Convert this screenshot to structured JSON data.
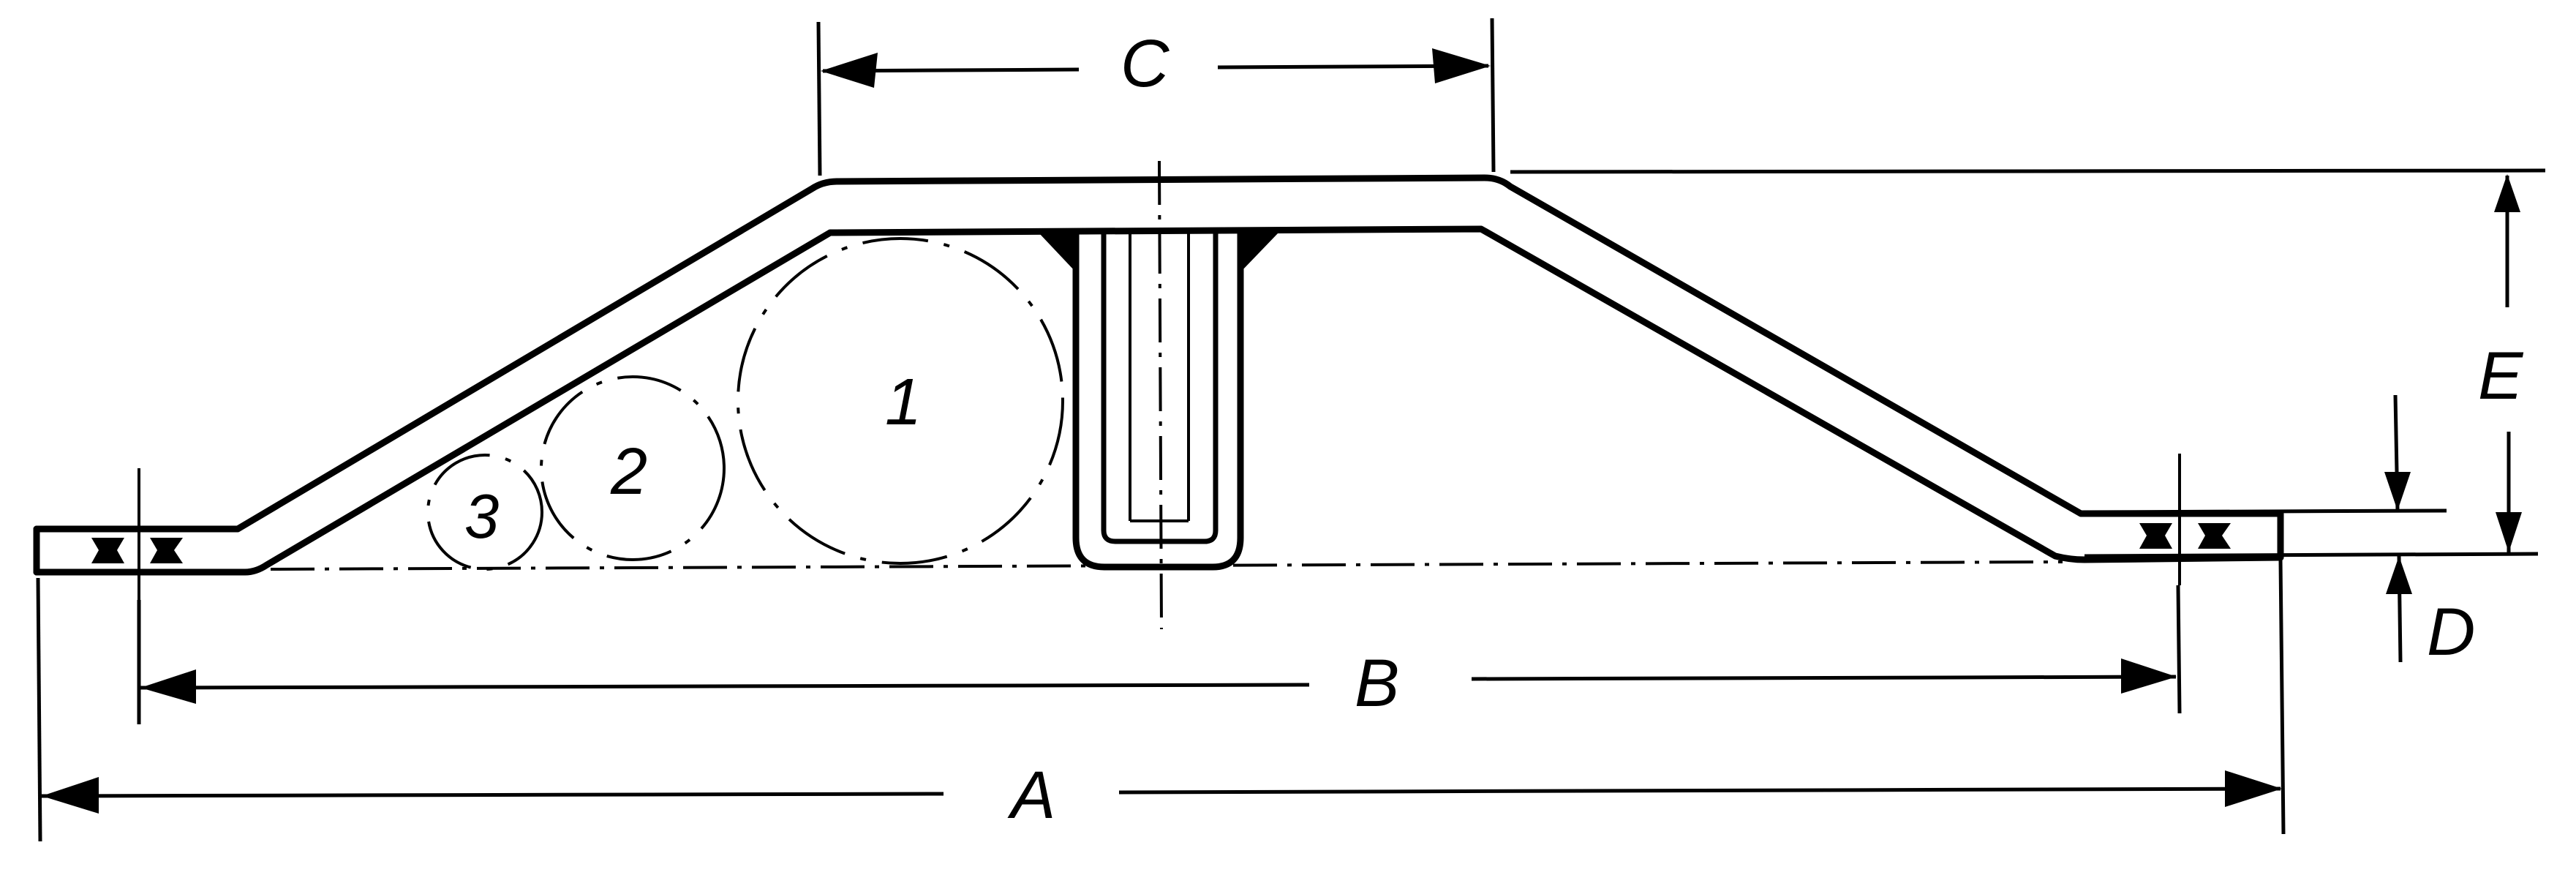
{
  "diagram": {
    "description": "Cross-section of a trapezoidal cover/duct plate bolted to a base, housing three cylindrical cables and a U-shaped channel",
    "colors": {
      "line": "#000000",
      "background": "#ffffff"
    },
    "dimensions": {
      "A": {
        "label": "A",
        "meaning": "overall width"
      },
      "B": {
        "label": "B",
        "meaning": "bolt hole center distance"
      },
      "C": {
        "label": "C",
        "meaning": "top flat width"
      },
      "D": {
        "label": "D",
        "meaning": "flange thickness"
      },
      "E": {
        "label": "E",
        "meaning": "overall height"
      }
    },
    "items": [
      {
        "label": "1",
        "meaning": "large cable / pipe"
      },
      {
        "label": "2",
        "meaning": "medium cable / pipe"
      },
      {
        "label": "3",
        "meaning": "small cable / pipe"
      }
    ]
  }
}
